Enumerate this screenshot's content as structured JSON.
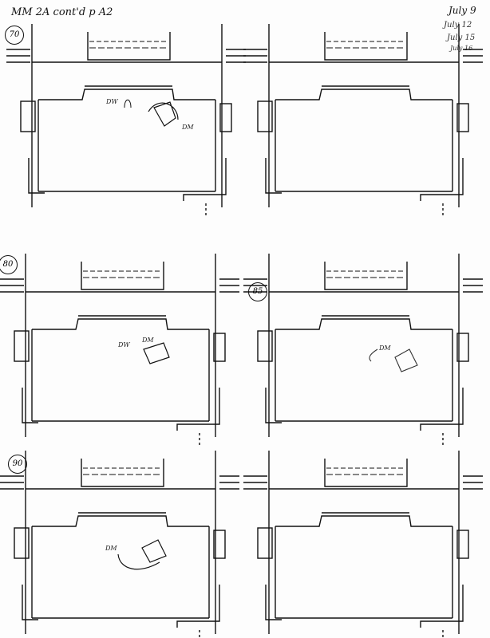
{
  "header": {
    "title": "MM 2A cont'd p A2"
  },
  "dates": [
    "July 9",
    "July 12",
    "July 15",
    "July 16"
  ],
  "panels": [
    {
      "number": "70",
      "notes": [
        "DW",
        "DM"
      ]
    },
    {
      "number": "",
      "notes": []
    },
    {
      "number": "80",
      "notes": [
        "DW",
        "DM"
      ]
    },
    {
      "number": "85",
      "notes": [
        "DM"
      ]
    },
    {
      "number": "90",
      "notes": [
        "DM"
      ]
    },
    {
      "number": "",
      "notes": []
    }
  ]
}
